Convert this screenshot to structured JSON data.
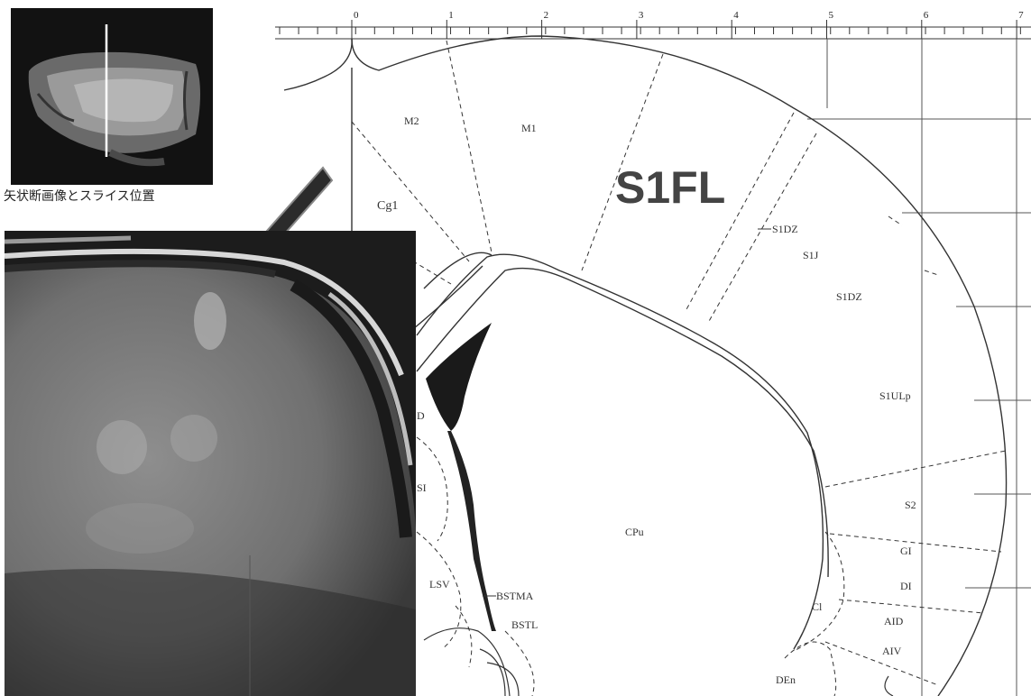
{
  "thumbnail": {
    "caption": "矢状断画像とスライス位置"
  },
  "atlas": {
    "ruler_ticks": [
      "0",
      "1",
      "2",
      "3",
      "4",
      "5",
      "6",
      "7"
    ],
    "highlight_region": "S1FL",
    "regions": {
      "m2": "M2",
      "m1": "M1",
      "cg1": "Cg1",
      "s1dz_a": "S1DZ",
      "s1j": "S1J",
      "s1dz_b": "S1DZ",
      "s1ulp": "S1ULp",
      "s2": "S2",
      "gi": "GI",
      "di": "DI",
      "aid": "AID",
      "aiv": "AIV",
      "cl": "Cl",
      "den": "DEn",
      "cpu": "CPu",
      "bstma": "BSTMA",
      "bstl": "BSTL",
      "lsv": "LSV",
      "si": "SI",
      "d": "D"
    }
  },
  "colors": {
    "line": "#333333",
    "dark": "#1a1a1a",
    "background": "#ffffff"
  }
}
